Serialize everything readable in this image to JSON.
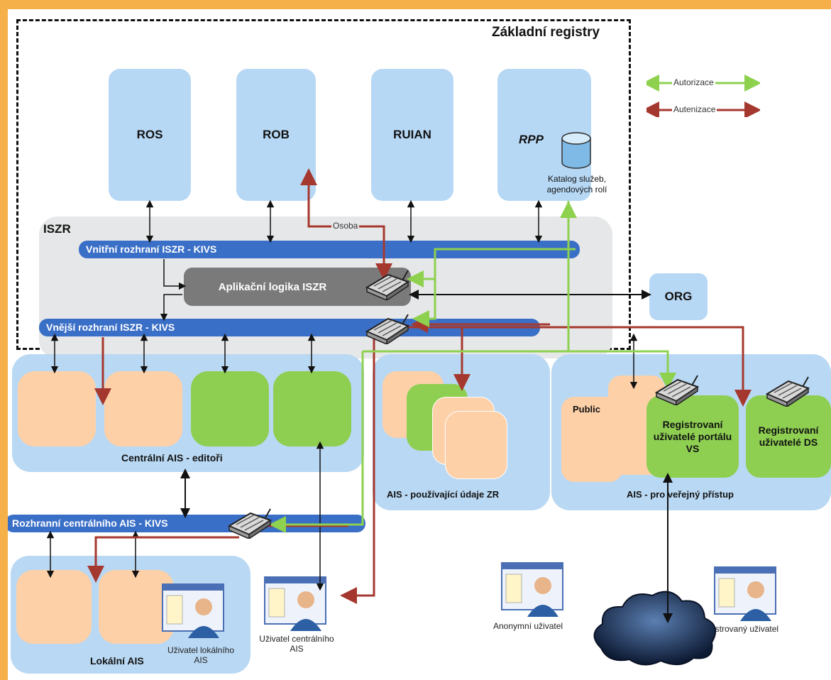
{
  "frame": {
    "title": "Základní registry"
  },
  "legend": {
    "items": [
      {
        "label": "Autorizace",
        "color": "#8ed14f"
      },
      {
        "label": "Autenizace",
        "color": "#a5382e"
      }
    ]
  },
  "registries": [
    {
      "label": "ROS"
    },
    {
      "label": "ROB"
    },
    {
      "label": "RUIAN"
    },
    {
      "label": "RPP"
    }
  ],
  "catalog": {
    "label": "Katalog služeb, agendových rolí"
  },
  "iszr": {
    "title": "ISZR",
    "internal_interface": "Vnitřní rozhraní ISZR  - KIVS",
    "app_logic": "Aplikační logika  ISZR",
    "external_interface": "Vnější rozhraní ISZR - KIVS",
    "osoba_label": "Osoba"
  },
  "org": {
    "label": "ORG"
  },
  "central_ais": {
    "label": "Centrální AIS  - editoři"
  },
  "ais_zr": {
    "label": "AIS -  používající údaje ZR"
  },
  "ais_public": {
    "label": "AIS -  pro veřejný přístup",
    "public_label": "Public",
    "reg_portal": "Registrovaní uživatelé portálu VS",
    "reg_ds": "Registrovaní uživatelé DS"
  },
  "central_interface": {
    "label": "Rozhranní centrálního AIS - KIVS"
  },
  "local_ais": {
    "label": "Lokální AIS",
    "user_label": "Uživatel lokálního AIS"
  },
  "central_user": {
    "label": "Uživatel centrálního AIS"
  },
  "anonymous_user": {
    "label": "Anonymní uživatel"
  },
  "registered_user": {
    "label": "Registrovaný uživatel"
  },
  "colors": {
    "registry_blue": "#b7d8f5",
    "bar_blue": "#3a6fc7",
    "peach": "#fdd0a8",
    "green": "#8ecf52",
    "arrow_red": "#a5382e",
    "arrow_green": "#8ed14f",
    "frame_orange": "#f5b04a"
  }
}
